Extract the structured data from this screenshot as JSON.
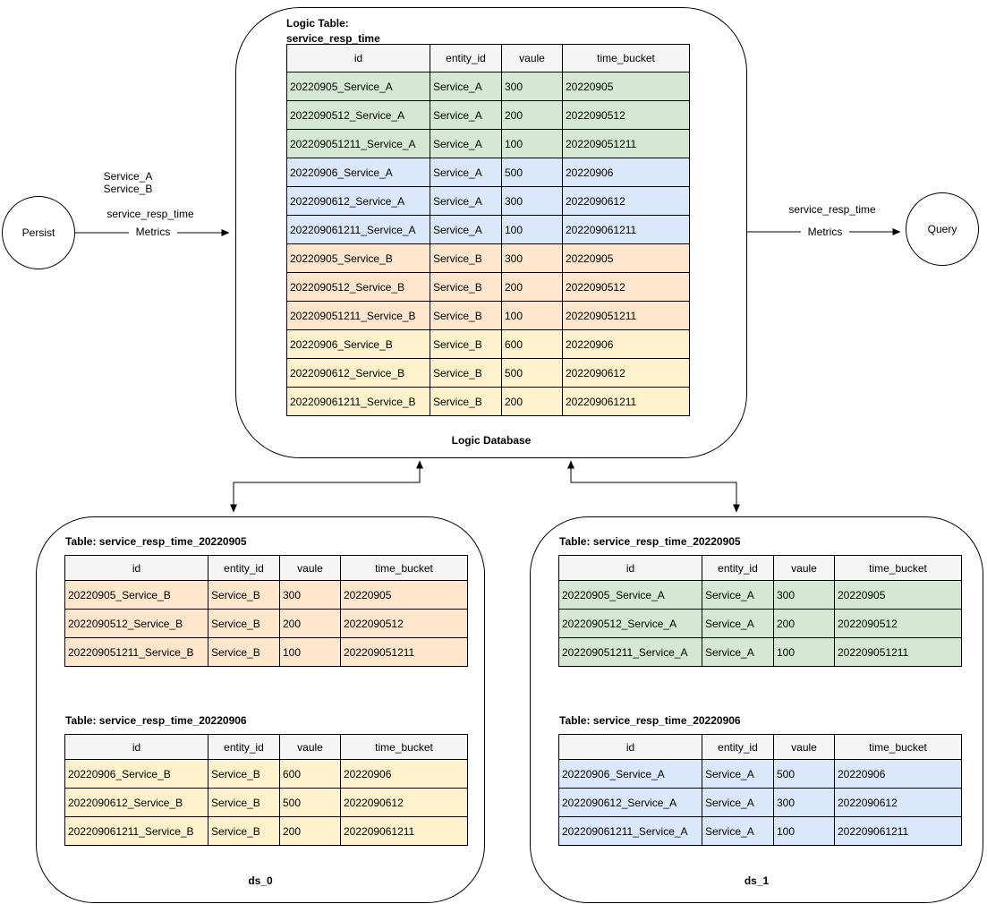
{
  "colors": {
    "green_service_a_0905": "#d5e8d4",
    "blue_service_a_0906": "#dae8fc",
    "orange_service_b_0905": "#ffe6cc",
    "yellow_service_b_0906": "#fff2cc",
    "table_header_bg": "#f5f5f5",
    "line_color": "#000000"
  },
  "persist_node": {
    "label": "Persist"
  },
  "query_node": {
    "label": "Query"
  },
  "persist_edge": {
    "entities": "Service_A\nService_B",
    "metric_name": "service_resp_time",
    "label": "Metrics"
  },
  "query_edge": {
    "metric_name": "service_resp_time",
    "label": "Metrics"
  },
  "logic_db": {
    "title_line1": "Logic Table:",
    "title_line2": "service_resp_time",
    "footer": "Logic Database",
    "table": {
      "headers": [
        "id",
        "entity_id",
        "vaule",
        "time_bucket"
      ],
      "rows": [
        {
          "cells": [
            "20220905_Service_A",
            "Service_A",
            "300",
            "20220905"
          ],
          "color": "#d5e8d4"
        },
        {
          "cells": [
            "2022090512_Service_A",
            "Service_A",
            "200",
            "2022090512"
          ],
          "color": "#d5e8d4"
        },
        {
          "cells": [
            "202209051211_Service_A",
            "Service_A",
            "100",
            "202209051211"
          ],
          "color": "#d5e8d4"
        },
        {
          "cells": [
            "20220906_Service_A",
            "Service_A",
            "500",
            "20220906"
          ],
          "color": "#dae8fc"
        },
        {
          "cells": [
            "2022090612_Service_A",
            "Service_A",
            "300",
            "2022090612"
          ],
          "color": "#dae8fc"
        },
        {
          "cells": [
            "202209061211_Service_A",
            "Service_A",
            "100",
            "202209061211"
          ],
          "color": "#dae8fc"
        },
        {
          "cells": [
            "20220905_Service_B",
            "Service_B",
            "300",
            "20220905"
          ],
          "color": "#ffe6cc"
        },
        {
          "cells": [
            "2022090512_Service_B",
            "Service_B",
            "200",
            "2022090512"
          ],
          "color": "#ffe6cc"
        },
        {
          "cells": [
            "202209051211_Service_B",
            "Service_B",
            "100",
            "202209051211"
          ],
          "color": "#ffe6cc"
        },
        {
          "cells": [
            "20220906_Service_B",
            "Service_B",
            "600",
            "20220906"
          ],
          "color": "#fff2cc"
        },
        {
          "cells": [
            "2022090612_Service_B",
            "Service_B",
            "500",
            "2022090612"
          ],
          "color": "#fff2cc"
        },
        {
          "cells": [
            "202209061211_Service_B",
            "Service_B",
            "200",
            "202209061211"
          ],
          "color": "#fff2cc"
        }
      ]
    }
  },
  "ds_0": {
    "footer": "ds_0",
    "tables": [
      {
        "title": "Table: service_resp_time_20220905",
        "headers": [
          "id",
          "entity_id",
          "vaule",
          "time_bucket"
        ],
        "row_color": "#ffe6cc",
        "rows": [
          [
            "20220905_Service_B",
            "Service_B",
            "300",
            "20220905"
          ],
          [
            "2022090512_Service_B",
            "Service_B",
            "200",
            "2022090512"
          ],
          [
            "202209051211_Service_B",
            "Service_B",
            "100",
            "202209051211"
          ]
        ]
      },
      {
        "title": "Table: service_resp_time_20220906",
        "headers": [
          "id",
          "entity_id",
          "vaule",
          "time_bucket"
        ],
        "row_color": "#fff2cc",
        "rows": [
          [
            "20220906_Service_B",
            "Service_B",
            "600",
            "20220906"
          ],
          [
            "2022090612_Service_B",
            "Service_B",
            "500",
            "2022090612"
          ],
          [
            "202209061211_Service_B",
            "Service_B",
            "200",
            "202209061211"
          ]
        ]
      }
    ]
  },
  "ds_1": {
    "footer": "ds_1",
    "tables": [
      {
        "title": "Table: service_resp_time_20220905",
        "headers": [
          "id",
          "entity_id",
          "vaule",
          "time_bucket"
        ],
        "row_color": "#d5e8d4",
        "rows": [
          [
            "20220905_Service_A",
            "Service_A",
            "300",
            "20220905"
          ],
          [
            "2022090512_Service_A",
            "Service_A",
            "200",
            "2022090512"
          ],
          [
            "202209051211_Service_A",
            "Service_A",
            "100",
            "202209051211"
          ]
        ]
      },
      {
        "title": "Table: service_resp_time_20220906",
        "headers": [
          "id",
          "entity_id",
          "vaule",
          "time_bucket"
        ],
        "row_color": "#dae8fc",
        "rows": [
          [
            "20220906_Service_A",
            "Service_A",
            "500",
            "20220906"
          ],
          [
            "2022090612_Service_A",
            "Service_A",
            "300",
            "2022090612"
          ],
          [
            "202209061211_Service_A",
            "Service_A",
            "100",
            "202209061211"
          ]
        ]
      }
    ]
  }
}
